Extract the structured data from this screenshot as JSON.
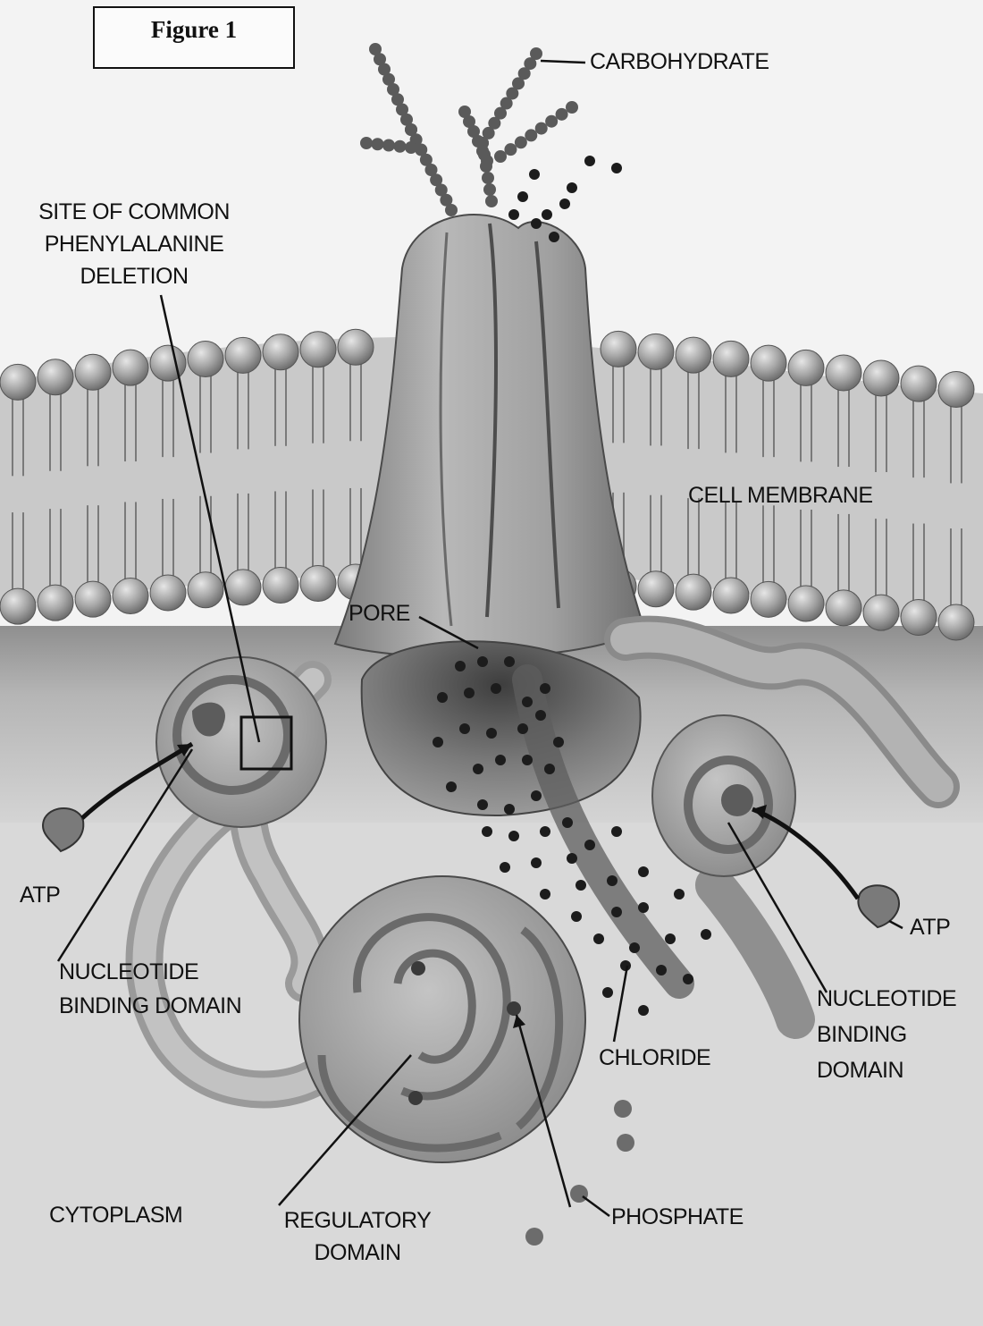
{
  "figure_title": "Figure 1",
  "labels": {
    "carbohydrate": "CARBOHYDRATE",
    "site_line1": "SITE OF COMMON",
    "site_line2": "PHENYLALANINE",
    "site_line3": "DELETION",
    "cell_membrane": "CELL MEMBRANE",
    "pore": "PORE",
    "atp_left": "ATP",
    "atp_right": "ATP",
    "nbd_left_line1": "NUCLEOTIDE",
    "nbd_left_line2": "BINDING DOMAIN",
    "nbd_right_line1": "NUCLEOTIDE",
    "nbd_right_line2": "BINDING",
    "nbd_right_line3": "DOMAIN",
    "chloride": "CHLORIDE",
    "cytoplasm": "CYTOPLASM",
    "regulatory_line1": "REGULATORY",
    "regulatory_line2": "DOMAIN",
    "phosphate": "PHOSPHATE"
  },
  "colors": {
    "background": "#f3f3f3",
    "membrane": "#bdbdbd",
    "lipid_head": "#a9a9a9",
    "protein": "#9d9d9d",
    "protein_dark": "#6e6e6e",
    "ink": "#111111"
  }
}
